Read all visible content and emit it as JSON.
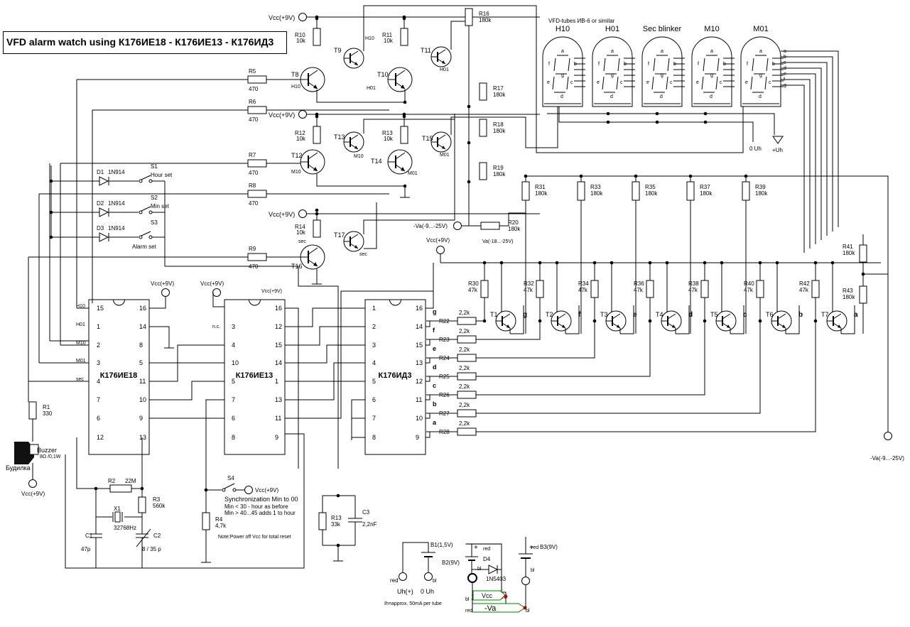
{
  "title": "VFD alarm watch using К176ИЕ18 - К176ИЕ13 - К176ИД3",
  "tube_header": "VFD-tubes ИВ-6 or similar",
  "tubes": [
    {
      "label": "H10"
    },
    {
      "label": "H01"
    },
    {
      "label": "Sec blinker"
    },
    {
      "label": "M10"
    },
    {
      "label": "M01"
    }
  ],
  "segment_letters": [
    "a",
    "b",
    "c",
    "d",
    "e",
    "f",
    "g"
  ],
  "chips": {
    "ie18": {
      "name": "К176ИЕ18",
      "left_pins": [
        "15",
        "1",
        "2",
        "3",
        "4",
        "7",
        "6",
        "12"
      ],
      "right_pins": [
        "16",
        "14",
        "8",
        "5",
        "11",
        "10",
        "9",
        "13"
      ],
      "left_signals": [
        "H10",
        "H01",
        "M10",
        "M01",
        "sec"
      ]
    },
    "ie13": {
      "name": "К176ИЕ13",
      "left_pins": [
        "3",
        "4",
        "10",
        "5",
        "7",
        "6",
        "8"
      ],
      "right_pins": [
        "16",
        "12",
        "15",
        "14",
        "1",
        "13",
        "11",
        "9"
      ],
      "nc": "n.c."
    },
    "id3": {
      "name": "К176ИД3",
      "left_pins": [
        "1",
        "2",
        "3",
        "4",
        "5",
        "6",
        "7",
        "8"
      ],
      "right_pins": [
        "16",
        "14",
        "15",
        "13",
        "12",
        "11",
        "10",
        "9"
      ],
      "outputs": [
        "g",
        "f",
        "e",
        "d",
        "c",
        "b",
        "a"
      ]
    }
  },
  "upper_resistors": [
    {
      "ref": "R5",
      "value": "470"
    },
    {
      "ref": "R6",
      "value": "470"
    },
    {
      "ref": "R7",
      "value": "470"
    },
    {
      "ref": "R8",
      "value": "470"
    },
    {
      "ref": "R9",
      "value": "470"
    }
  ],
  "pullups": [
    {
      "ref": "R10",
      "value": "10k"
    },
    {
      "ref": "R11",
      "value": "10k"
    },
    {
      "ref": "R12",
      "value": "10k"
    },
    {
      "ref": "R13",
      "value": "10k"
    },
    {
      "ref": "R14",
      "value": "10k"
    }
  ],
  "grid_resistors": [
    {
      "ref": "R16",
      "value": "180k"
    },
    {
      "ref": "R17",
      "value": "180k"
    },
    {
      "ref": "R18",
      "value": "180k"
    },
    {
      "ref": "R19",
      "value": "180k"
    },
    {
      "ref": "R20",
      "value": "180k"
    }
  ],
  "drive_transistors": [
    {
      "ref": "T8",
      "tag": "H10"
    },
    {
      "ref": "T9",
      "tag": "H10"
    },
    {
      "ref": "T10",
      "tag": "H01"
    },
    {
      "ref": "T11",
      "tag": "H01"
    },
    {
      "ref": "T12",
      "tag": "M10"
    },
    {
      "ref": "T13",
      "tag": "M10"
    },
    {
      "ref": "T14",
      "tag": "M01"
    },
    {
      "ref": "T15",
      "tag": "M01"
    },
    {
      "ref": "T16",
      "tag": "sec"
    },
    {
      "ref": "T17",
      "tag": "sec"
    }
  ],
  "switches": [
    {
      "diode": "D1",
      "type": "1N914",
      "switch": "S1",
      "label": "Hour  set"
    },
    {
      "diode": "D2",
      "type": "1N914",
      "switch": "S2",
      "label": "Min  set"
    },
    {
      "diode": "D3",
      "type": "1N914",
      "switch": "S3",
      "label": "Alarm set"
    }
  ],
  "vcc_label": "Vcc(+9V)",
  "va_label": "-Va(-9...-25V)",
  "va_bias_label": "Va(-18...-25V)",
  "seg_pullups": [
    {
      "ref": "R31",
      "value": "180k"
    },
    {
      "ref": "R33",
      "value": "180k"
    },
    {
      "ref": "R35",
      "value": "180k"
    },
    {
      "ref": "R37",
      "value": "180k"
    },
    {
      "ref": "R39",
      "value": "180k"
    }
  ],
  "seg_right": [
    {
      "ref": "R41",
      "value": "180k"
    },
    {
      "ref": "R43",
      "value": "180k"
    }
  ],
  "seg_drivers": [
    {
      "tr": "T1",
      "bias": "R30",
      "bias_value": "47k",
      "seg": "g"
    },
    {
      "tr": "T2",
      "bias": "R32",
      "bias_value": "47k",
      "seg": "f"
    },
    {
      "tr": "T3",
      "bias": "R34",
      "bias_value": "47k",
      "seg": "e"
    },
    {
      "tr": "T4",
      "bias": "R36",
      "bias_value": "47k",
      "seg": "d"
    },
    {
      "tr": "T5",
      "bias": "R38",
      "bias_value": "47k",
      "seg": "c"
    },
    {
      "tr": "T6",
      "bias": "R40",
      "bias_value": "47k",
      "seg": "b"
    },
    {
      "tr": "T7",
      "bias": "R42",
      "bias_value": "47k",
      "seg": "a"
    }
  ],
  "series_resistors": [
    {
      "seg": "g",
      "ref": "R22",
      "value": "2,2k"
    },
    {
      "seg": "f",
      "ref": "R23",
      "value": "2,2k"
    },
    {
      "seg": "e",
      "ref": "R24",
      "value": "2,2k"
    },
    {
      "seg": "d",
      "ref": "R25",
      "value": "2,2k"
    },
    {
      "seg": "c",
      "ref": "R26",
      "value": "2,2k"
    },
    {
      "seg": "b",
      "ref": "R27",
      "value": "2,2k"
    },
    {
      "seg": "a",
      "ref": "R28",
      "value": "2,2k"
    }
  ],
  "buzzer": {
    "r1": "R1",
    "r1_value": "330",
    "label": "Buzzer",
    "spec": "8Ω /0,1W",
    "alt_label": "Будилка"
  },
  "oscillator": {
    "r2": "R2",
    "r2_value": "22M",
    "r3": "R3",
    "r3_value": "560k",
    "x1": "X1",
    "x1_value": "32768Hz",
    "c1": "C1",
    "c1_value": "47p",
    "c2": "C2",
    "c2_value": "8 / 35 p"
  },
  "sync": {
    "switch": "S4",
    "r4": "R4",
    "r4_value": "4,7k",
    "title": "Synchronization Min to 00",
    "line1": "Min < 30  - hour as before",
    "line2": "Min > 40...45 adds 1 to hour",
    "note": "Note:Power off Vcc for  total reset"
  },
  "reset_rc": {
    "r": "R13",
    "r_value": "33k",
    "c": "C3",
    "c_value": "2,2nF"
  },
  "power": {
    "b1": "B1(1,5V)",
    "b2": "B2(9V)",
    "b3": "B3(9V)",
    "d4": "D4",
    "d4_type": "1N5403",
    "uh_plus": "Uh(+)",
    "zero_uh": "0 Uh",
    "red": "red",
    "bl": "bl",
    "vcc_flag": "Vcc",
    "va_flag": "-Va",
    "note": "Ih=approx. 50mA  per  tube"
  },
  "zero_uh_label": "0 Uh",
  "uh_plus_label": "+Uh"
}
